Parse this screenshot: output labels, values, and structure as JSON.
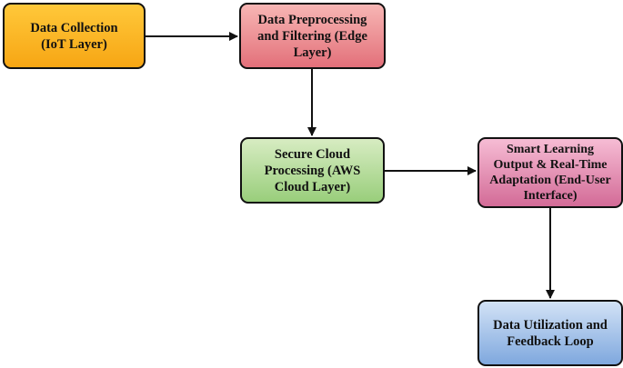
{
  "nodes": {
    "collection": {
      "line1": "Data Collection",
      "line2": "(IoT Layer)",
      "color": "#f7a614"
    },
    "preprocessing": {
      "line1": "Data Preprocessing",
      "line2": "and Filtering (Edge",
      "line3": "Layer)",
      "color": "#e3707a"
    },
    "cloud": {
      "line1": "Secure Cloud",
      "line2": "Processing (AWS",
      "line3": "Cloud Layer)",
      "color": "#99ce7b"
    },
    "smart": {
      "line1": "Smart Learning",
      "line2": "Output & Real-Time",
      "line3": "Adaptation (End-User",
      "line4": "Interface)",
      "color": "#d36b97"
    },
    "utilization": {
      "line1": "Data Utilization and",
      "line2": "Feedback Loop",
      "color": "#7fa8de"
    }
  },
  "edges": [
    {
      "from": "Data Collection (IoT Layer)",
      "to": "Data Preprocessing and Filtering (Edge Layer)"
    },
    {
      "from": "Data Preprocessing and Filtering (Edge Layer)",
      "to": "Secure Cloud Processing (AWS Cloud Layer)"
    },
    {
      "from": "Secure Cloud Processing (AWS Cloud Layer)",
      "to": "Smart Learning Output & Real-Time Adaptation (End-User Interface)"
    },
    {
      "from": "Smart Learning Output & Real-Time Adaptation (End-User Interface)",
      "to": "Data Utilization and Feedback Loop"
    }
  ]
}
